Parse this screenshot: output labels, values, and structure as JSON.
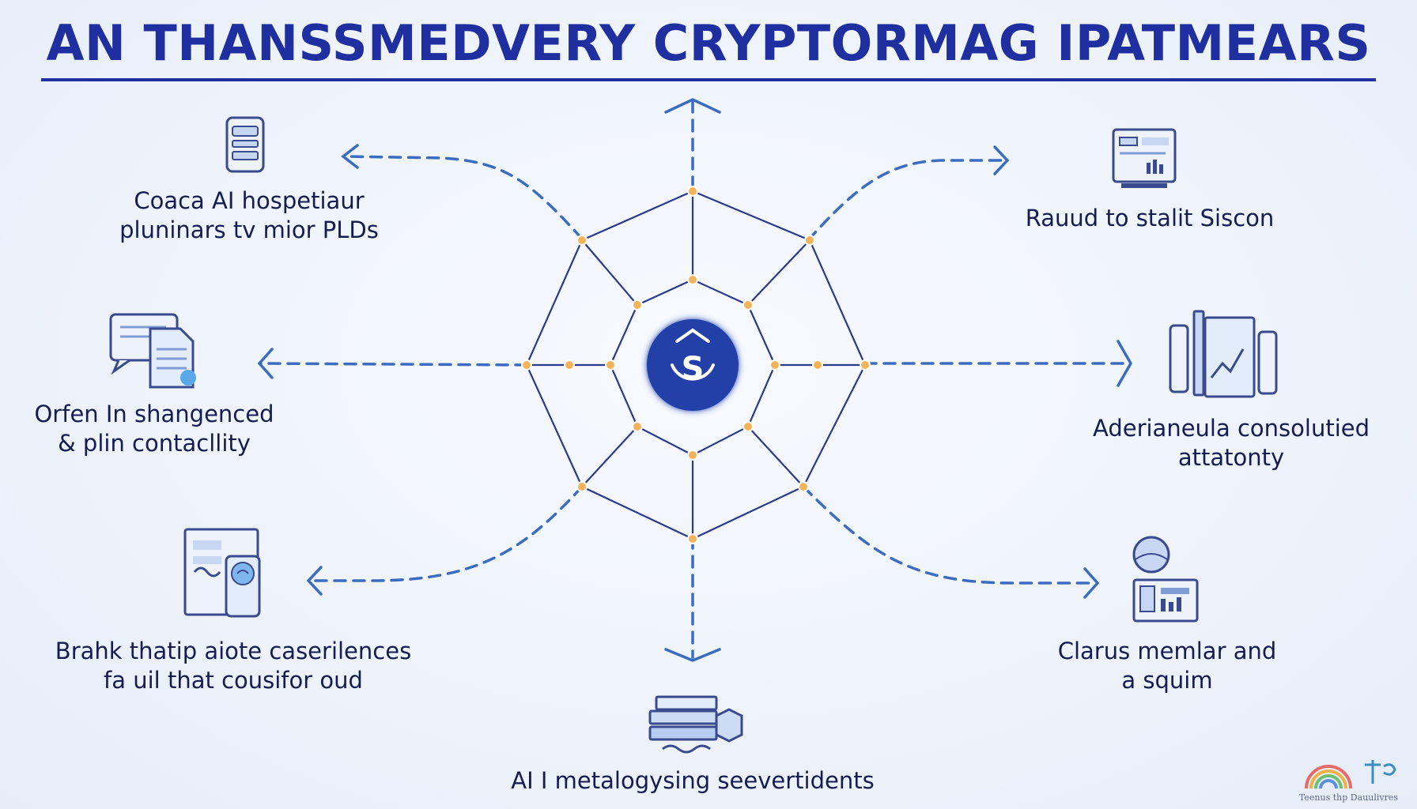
{
  "title": "AN THANSSMEDVERY CRYPTORMAG IPATMEARS",
  "center": {
    "symbol": "S"
  },
  "nodes": [
    {
      "id": "top-left",
      "lines": [
        "Coaca AI hospetiaur",
        "pluninars tv mior PLDs"
      ],
      "icon": "mobile-phone-icon"
    },
    {
      "id": "mid-left",
      "lines": [
        "Orfen In shangenced",
        "& plin contacllity"
      ],
      "icon": "documents-chat-icon"
    },
    {
      "id": "bottom-left",
      "lines": [
        "Brahk thatip aiote caserilences",
        "fa uil that cousifor oud"
      ],
      "icon": "document-coin-icon"
    },
    {
      "id": "bottom-center",
      "lines": [
        "AI I metalogysing seevertidents"
      ],
      "icon": "stacked-layers-icon"
    },
    {
      "id": "bottom-right",
      "lines": [
        "Clarus memlar and",
        "a squim"
      ],
      "icon": "globe-dashboard-icon"
    },
    {
      "id": "mid-right",
      "lines": [
        "Aderianeula consolutied",
        "attatonty"
      ],
      "icon": "devices-chart-icon"
    },
    {
      "id": "top-right",
      "lines": [
        "Rauud to stalit Siscon"
      ],
      "icon": "monitor-dashboard-icon"
    }
  ],
  "watermark": {
    "text": "Teenus thp Dauulivres",
    "icon": "rainbow-logo-icon"
  },
  "colors": {
    "title": "#1f2f9f",
    "accent": "#2140a8",
    "dashed": "#3c6cbf",
    "web": "#2d3a8c",
    "node": "#f3b35a"
  }
}
